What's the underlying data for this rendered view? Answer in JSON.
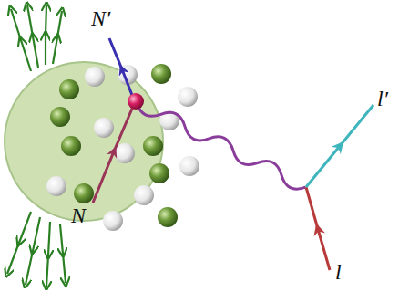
{
  "diagram": {
    "labels": [
      "N′",
      "N",
      "l′",
      "l"
    ]
  }
}
